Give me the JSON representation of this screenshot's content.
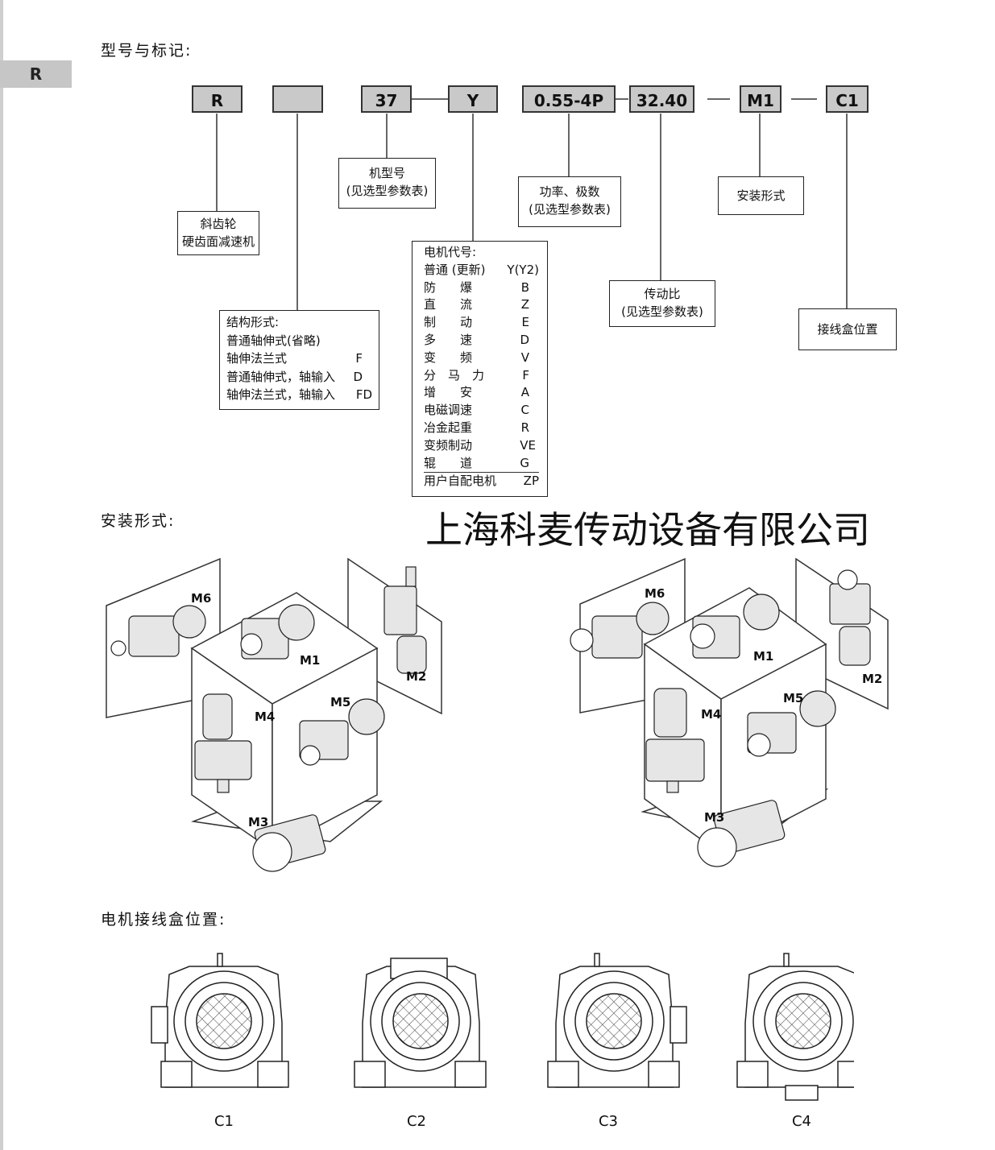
{
  "page": {
    "tab_label": "R"
  },
  "sections": {
    "designation": "型号与标记:",
    "mounting": "安装形式:",
    "terminal": "电机接线盒位置:"
  },
  "codes": {
    "r": "R",
    "blank": "",
    "size": "37",
    "motor": "Y",
    "power": "0.55-4P",
    "ratio": "32.40",
    "mount": "M1",
    "box": "C1"
  },
  "labels": {
    "gear_line1": "斜齿轮",
    "gear_line2": "硬齿面减速机",
    "frame_line1": "机型号",
    "frame_line2": "(见选型参数表)",
    "power_line1": "功率、极数",
    "power_line2": "(见选型参数表)",
    "mount_label": "安装形式",
    "ratio_line1": "传动比",
    "ratio_line2": "(见选型参数表)",
    "terminal_label": "接线盒位置"
  },
  "structure": {
    "title": "结构形式:",
    "rows": [
      {
        "name": "普通轴伸式(省略)",
        "code": ""
      },
      {
        "name": "轴伸法兰式",
        "code": "F"
      },
      {
        "name": "普通轴伸式，轴输入",
        "code": "D"
      },
      {
        "name": "轴伸法兰式，轴输入",
        "code": "FD"
      }
    ]
  },
  "motor_codes": {
    "title": "电机代号:",
    "rows": [
      {
        "name": "普通 (更新)",
        "code": "Y(Y2)"
      },
      {
        "name": "防　　爆",
        "code": "B"
      },
      {
        "name": "直　　流",
        "code": "Z"
      },
      {
        "name": "制　　动",
        "code": "E"
      },
      {
        "name": "多　　速",
        "code": "D"
      },
      {
        "name": "变　　频",
        "code": "V"
      },
      {
        "name": "分　马　力",
        "code": "F"
      },
      {
        "name": "增　　安",
        "code": "A"
      },
      {
        "name": "电磁调速",
        "code": "C"
      },
      {
        "name": "冶金起重",
        "code": "R"
      },
      {
        "name": "变频制动",
        "code": "VE"
      },
      {
        "name": "辊　　道",
        "code": "G"
      },
      {
        "name": "用户自配电机",
        "code": "ZP"
      }
    ]
  },
  "company": "上海科麦传动设备有限公司",
  "mount_positions": {
    "left": [
      "M6",
      "M1",
      "M2",
      "M4",
      "M5",
      "M3"
    ],
    "right": [
      "M6",
      "M1",
      "M2",
      "M4",
      "M5",
      "M3"
    ]
  },
  "terminal_positions": [
    "C1",
    "C2",
    "C3",
    "C4"
  ],
  "colors": {
    "code_box_fill": "#c9c9c9",
    "tab_fill": "#c6c6c6",
    "line": "#333333"
  }
}
